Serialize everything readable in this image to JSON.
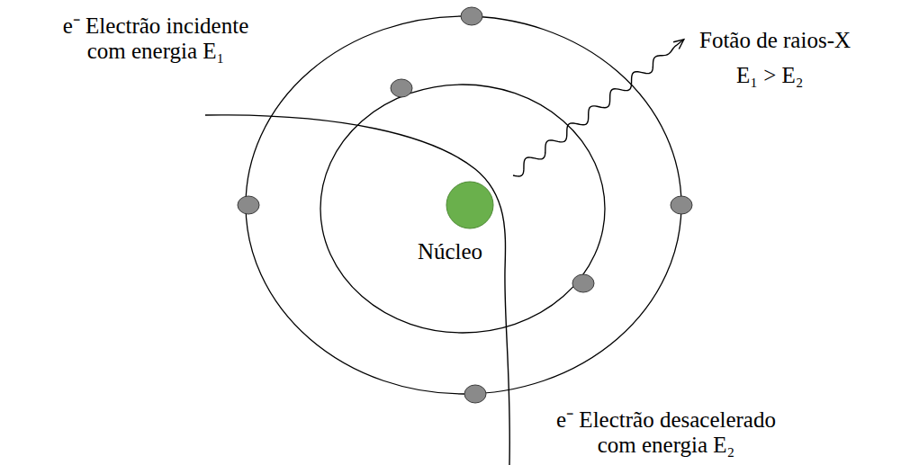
{
  "diagram": {
    "labels": [
      "e⁻ Electrão incidente com energia E₁",
      "Fotão de raios-X",
      "E₁ > E₂",
      "Núcleo",
      "e⁻ Electrão desacelerado com energia E₂"
    ]
  }
}
